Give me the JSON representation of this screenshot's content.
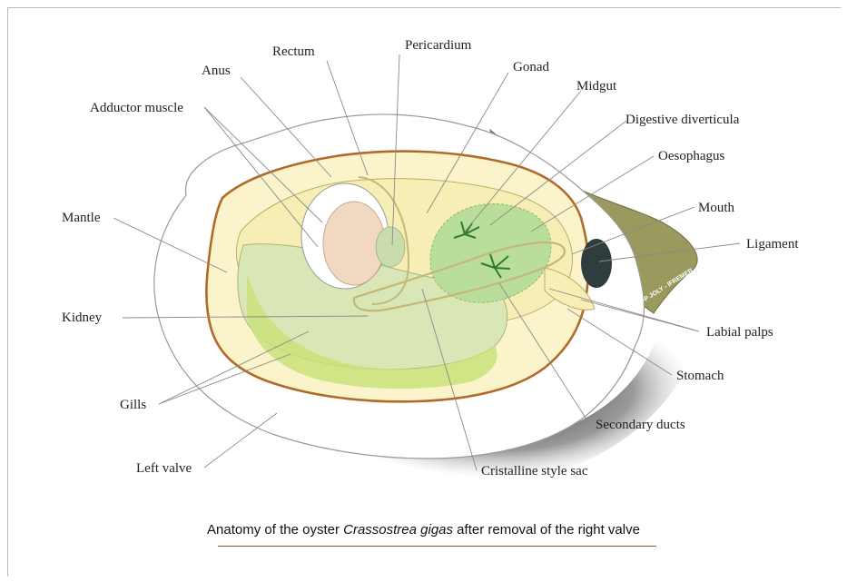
{
  "labels": {
    "rectum": "Rectum",
    "pericardium": "Pericardium",
    "anus": "Anus",
    "gonad": "Gonad",
    "midgut": "Midgut",
    "adductor_muscle": "Adductor muscle",
    "digestive_diverticula": "Digestive diverticula",
    "oesophagus": "Oesophagus",
    "mantle": "Mantle",
    "mouth": "Mouth",
    "ligament": "Ligament",
    "kidney": "Kidney",
    "labial_palps": "Labial palps",
    "stomach": "Stomach",
    "gills": "Gills",
    "secondary_ducts": "Secondary ducts",
    "left_valve": "Left valve",
    "cristalline_style_sac": "Cristalline style sac"
  },
  "credit": "J-P JOLY - IFREMER",
  "caption": {
    "prefix": "Anatomy of the oyster ",
    "species": "Crassostrea gigas",
    "suffix": " after removal of the right valve"
  },
  "colors": {
    "shell": "#ffffff",
    "shell_shadow": "#3a3a3a",
    "mantle_edge": "#b06a2c",
    "mantle_fill": "#fbf3c9",
    "body": "#f6eeb4",
    "gills": "#d9e6b6",
    "gill_band": "#c9e07a",
    "digestive": "#b9dd9a",
    "adductor": "#f1d8c2",
    "ligament": "#2f3d3f",
    "hinge": "#9a9a5e",
    "caption_rule": "#a0522d"
  }
}
